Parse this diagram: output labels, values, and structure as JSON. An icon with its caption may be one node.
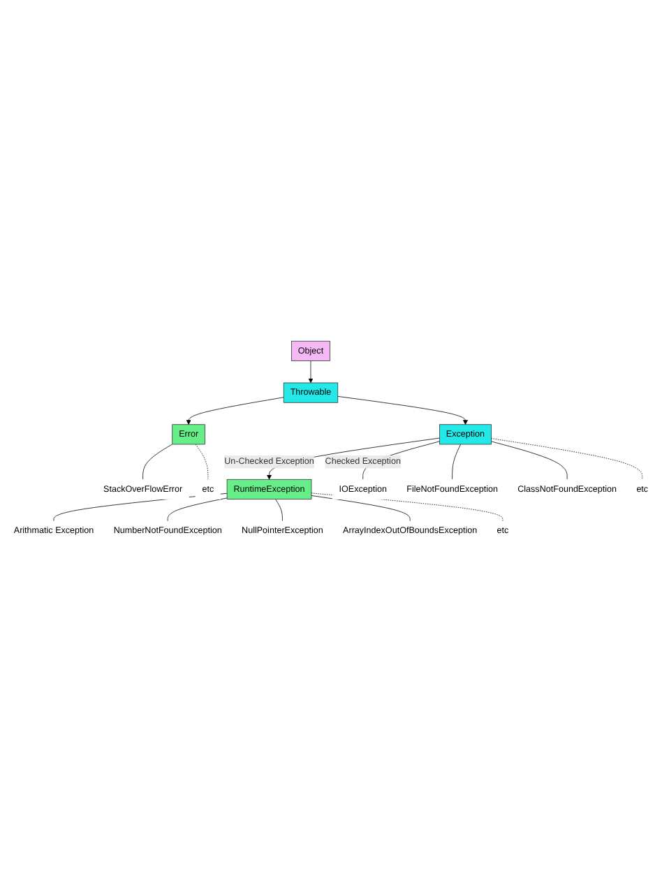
{
  "diagram": {
    "nodes": [
      {
        "text": [
          "Object"
        ]
      },
      {
        "text": [
          "Throwable"
        ]
      },
      {
        "text": [
          "Error"
        ]
      },
      {
        "text": [
          "Exception"
        ]
      },
      {
        "text": [
          "StackOverFlowError"
        ]
      },
      {
        "text": [
          "etc"
        ]
      },
      {
        "text": [
          "RuntimeException"
        ]
      },
      {
        "text": [
          "IOException"
        ]
      },
      {
        "text": [
          "FileNotFoundException"
        ]
      },
      {
        "text": [
          "ClassNotFoundException"
        ]
      },
      {
        "text": [
          "etc"
        ]
      },
      {
        "text": [
          "Arithmatic Exception"
        ]
      },
      {
        "text": [
          "NumberNotFoundException"
        ]
      },
      {
        "text": [
          "NullPointerException"
        ]
      },
      {
        "text": [
          "ArrayIndexOutOfBoundsException"
        ]
      },
      {
        "text": [
          "etc"
        ]
      }
    ],
    "edges": [
      {
        "from": 0,
        "to": 1,
        "arrow": "to"
      },
      {
        "from": 1,
        "to": 2,
        "arrow": "to"
      },
      {
        "from": 1,
        "to": 3,
        "arrow": "to"
      },
      {
        "from": 2,
        "to": 4,
        "arrow": "none"
      },
      {
        "from": 2,
        "to": 5,
        "arrow": "none",
        "style": "dashed"
      },
      {
        "from": 3,
        "to": 6,
        "label": "Un-Checked Exception",
        "arrow": "to"
      },
      {
        "from": 3,
        "to": 7,
        "label": "Checked Exception",
        "arrow": "none"
      },
      {
        "from": 3,
        "to": 8,
        "arrow": "none"
      },
      {
        "from": 3,
        "to": 9,
        "arrow": "none"
      },
      {
        "from": 3,
        "to": 10,
        "arrow": "none",
        "style": "dashed"
      },
      {
        "from": 6,
        "to": 11,
        "arrow": "none"
      },
      {
        "from": 6,
        "to": 12,
        "arrow": "none"
      },
      {
        "from": 6,
        "to": 13,
        "arrow": "none"
      },
      {
        "from": 6,
        "to": 14,
        "arrow": "none"
      },
      {
        "from": 6,
        "to": 15,
        "arrow": "none",
        "style": "dashed"
      }
    ]
  }
}
